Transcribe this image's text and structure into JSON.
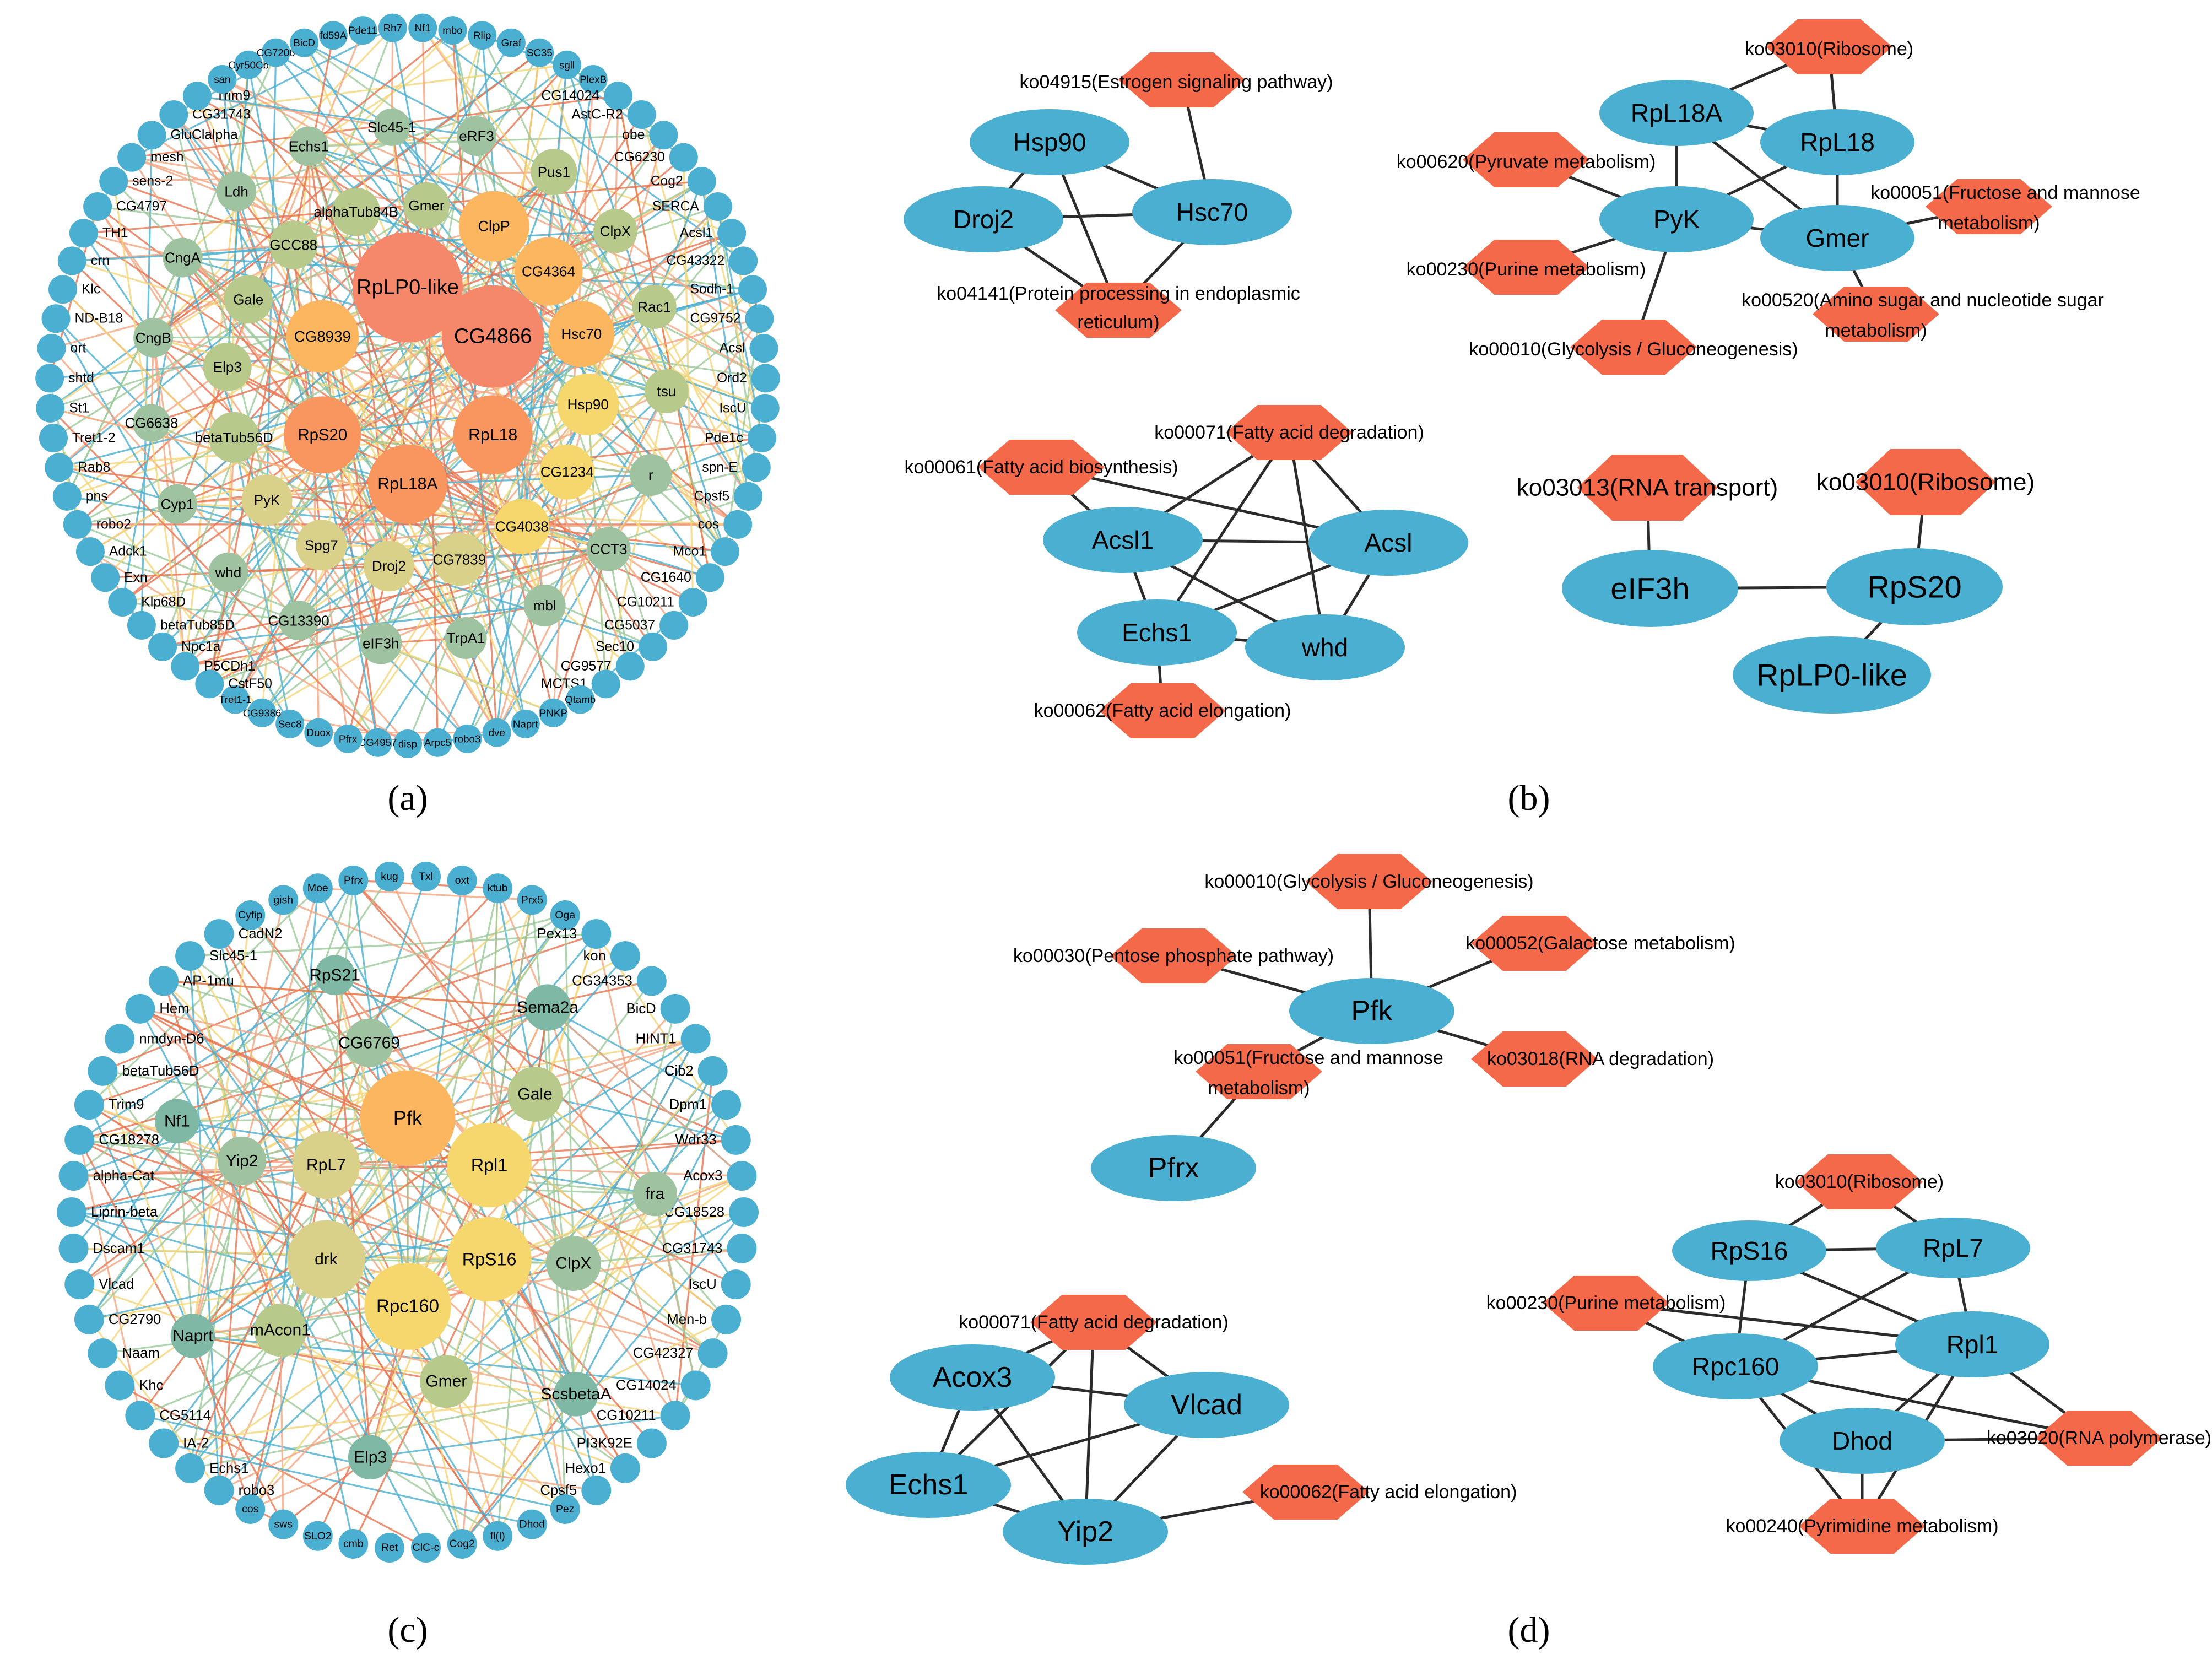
{
  "panels": [
    {
      "id": "a",
      "label": "(a)"
    },
    {
      "id": "b",
      "label": "(b)"
    },
    {
      "id": "c",
      "label": "(c)"
    },
    {
      "id": "d",
      "label": "(d)"
    }
  ],
  "colors": {
    "gene": "#4bafd1",
    "pathway": "#f4694a",
    "edge": "#2b2b2b",
    "netEdges": [
      "#4bafd1",
      "#f4a582",
      "#f5d67a",
      "#9ccb9a",
      "#e8734f"
    ],
    "nodeScale": [
      "#4bafd1",
      "#7fb9a6",
      "#9fc3a0",
      "#b8c98c",
      "#d9d08a",
      "#f5d76e",
      "#fbb65f",
      "#f9955e",
      "#f5876a"
    ]
  },
  "network_a": {
    "inner": [
      {
        "name": "RpLP0-like",
        "level": 8,
        "r": 1.0
      },
      {
        "name": "CG4866",
        "level": 8,
        "r": 0.93
      },
      {
        "name": "RpL18",
        "level": 7,
        "r": 0.72
      },
      {
        "name": "RpL18A",
        "level": 7,
        "r": 0.72
      },
      {
        "name": "RpS20",
        "level": 7,
        "r": 0.7
      },
      {
        "name": "CG8939",
        "level": 6,
        "r": 0.66
      },
      {
        "name": "ClpP",
        "level": 6,
        "r": 0.64
      },
      {
        "name": "CG4364",
        "level": 6,
        "r": 0.62
      },
      {
        "name": "Hsc70",
        "level": 6,
        "r": 0.6
      },
      {
        "name": "Hsp90",
        "level": 5,
        "r": 0.56
      },
      {
        "name": "CG1234",
        "level": 5,
        "r": 0.5
      },
      {
        "name": "CG4038",
        "level": 5,
        "r": 0.5
      },
      {
        "name": "CG7839",
        "level": 4,
        "r": 0.48
      },
      {
        "name": "Droj2",
        "level": 4,
        "r": 0.46
      },
      {
        "name": "Spg7",
        "level": 4,
        "r": 0.46
      },
      {
        "name": "PyK",
        "level": 4,
        "r": 0.46
      },
      {
        "name": "betaTub56D",
        "level": 3,
        "r": 0.46
      },
      {
        "name": "Elp3",
        "level": 3,
        "r": 0.44
      },
      {
        "name": "Gale",
        "level": 3,
        "r": 0.44
      },
      {
        "name": "GCC88",
        "level": 3,
        "r": 0.44
      },
      {
        "name": "alphaTub84B",
        "level": 3,
        "r": 0.44
      },
      {
        "name": "Gmer",
        "level": 3,
        "r": 0.42
      },
      {
        "name": "Pus1",
        "level": 3,
        "r": 0.42
      },
      {
        "name": "ClpX",
        "level": 3,
        "r": 0.4
      },
      {
        "name": "Rac1",
        "level": 3,
        "r": 0.4
      },
      {
        "name": "tsu",
        "level": 3,
        "r": 0.4
      },
      {
        "name": "r",
        "level": 2,
        "r": 0.38
      },
      {
        "name": "CCT3",
        "level": 2,
        "r": 0.4
      },
      {
        "name": "mbl",
        "level": 2,
        "r": 0.38
      },
      {
        "name": "TrpA1",
        "level": 2,
        "r": 0.38
      },
      {
        "name": "eIF3h",
        "level": 2,
        "r": 0.38
      },
      {
        "name": "CG13390",
        "level": 2,
        "r": 0.36
      },
      {
        "name": "whd",
        "level": 2,
        "r": 0.36
      },
      {
        "name": "Cyp1",
        "level": 2,
        "r": 0.36
      },
      {
        "name": "CG6638",
        "level": 2,
        "r": 0.34
      },
      {
        "name": "CngB",
        "level": 2,
        "r": 0.36
      },
      {
        "name": "CngA",
        "level": 2,
        "r": 0.36
      },
      {
        "name": "Ldh",
        "level": 2,
        "r": 0.36
      },
      {
        "name": "Echs1",
        "level": 2,
        "r": 0.36
      },
      {
        "name": "Slc45-1",
        "level": 2,
        "r": 0.34
      },
      {
        "name": "eRF3",
        "level": 2,
        "r": 0.36
      }
    ],
    "outer": [
      "Nf1",
      "mbo",
      "Rlip",
      "Graf",
      "SC35",
      "sgll",
      "PlexB",
      "CG14024",
      "AstC-R2",
      "obe",
      "CG6230",
      "Cog2",
      "SERCA",
      "Acsl1",
      "CG43322",
      "Sodh-1",
      "CG9752",
      "Acsl",
      "Ord2",
      "IscU",
      "Pde1c",
      "spn-E",
      "Cpsf5",
      "cos",
      "Mco1",
      "CG1640",
      "CG10211",
      "CG5037",
      "Sec10",
      "CG9577",
      "MCTS1",
      "Qtamb",
      "PNKP",
      "Naprt",
      "dve",
      "robo3",
      "Arpc5",
      "disp",
      "CG4957",
      "Pfrx",
      "Duox",
      "Sec8",
      "CG9386",
      "Tret1-1",
      "CstF50",
      "P5CDh1",
      "Npc1a",
      "betaTub85D",
      "Klp68D",
      "Exn",
      "Adck1",
      "robo2",
      "pns",
      "Rab8",
      "Tret1-2",
      "St1",
      "shtd",
      "ort",
      "ND-B18",
      "Klc",
      "crn",
      "TH1",
      "CG4797",
      "sens-2",
      "mesh",
      "GluClalpha",
      "CG31743",
      "Trim9",
      "san",
      "Cyr50Cb",
      "CG7206",
      "BicD",
      "fd59A",
      "Pde11",
      "Rh7"
    ]
  },
  "network_c": {
    "inner": [
      {
        "name": "Pfk",
        "level": 6,
        "r": 0.9
      },
      {
        "name": "Rpl1",
        "level": 5,
        "r": 0.8
      },
      {
        "name": "RpS16",
        "level": 5,
        "r": 0.8
      },
      {
        "name": "Rpc160",
        "level": 5,
        "r": 0.82
      },
      {
        "name": "drk",
        "level": 4,
        "r": 0.74
      },
      {
        "name": "RpL7",
        "level": 4,
        "r": 0.64
      },
      {
        "name": "Gale",
        "level": 3,
        "r": 0.52
      },
      {
        "name": "ClpX",
        "level": 2,
        "r": 0.52
      },
      {
        "name": "Gmer",
        "level": 3,
        "r": 0.5
      },
      {
        "name": "mAcon1",
        "level": 3,
        "r": 0.5
      },
      {
        "name": "Yip2",
        "level": 2,
        "r": 0.46
      },
      {
        "name": "CG6769",
        "level": 2,
        "r": 0.46
      },
      {
        "name": "Sema2a",
        "level": 1,
        "r": 0.44
      },
      {
        "name": "fra",
        "level": 2,
        "r": 0.42
      },
      {
        "name": "ScsbetaA",
        "level": 1,
        "r": 0.42
      },
      {
        "name": "Elp3",
        "level": 1,
        "r": 0.42
      },
      {
        "name": "Naprt",
        "level": 1,
        "r": 0.42
      },
      {
        "name": "Nf1",
        "level": 1,
        "r": 0.42
      },
      {
        "name": "RpS21",
        "level": 1,
        "r": 0.38
      }
    ],
    "outer": [
      "Txl",
      "oxt",
      "ktub",
      "Prx5",
      "Oga",
      "Pex13",
      "kon",
      "CG34353",
      "BicD",
      "HINT1",
      "Cib2",
      "Dpm1",
      "Wdr33",
      "Acox3",
      "CG18528",
      "CG31743",
      "IscU",
      "Men-b",
      "CG42327",
      "CG14024",
      "CG10211",
      "PI3K92E",
      "Hexo1",
      "Cpsf5",
      "Pez",
      "Dhod",
      "fl(l)",
      "Cog2",
      "ClC-c",
      "Ret",
      "cmb",
      "SLO2",
      "sws",
      "cos",
      "robo3",
      "Echs1",
      "IA-2",
      "CG5114",
      "Khc",
      "Naam",
      "CG2790",
      "Vlcad",
      "Dscam1",
      "Liprin-beta",
      "alpha-Cat",
      "CG18278",
      "Trim9",
      "betaTub56D",
      "nmdyn-D6",
      "Hem",
      "AP-1mu",
      "Slc45-1",
      "CadN2",
      "Cyfip",
      "gish",
      "Moe",
      "Pfrx",
      "kug"
    ]
  },
  "subnet_b": [
    {
      "nodes": [
        {
          "id": "Hsp90",
          "text": "Hsp90",
          "type": "gene"
        },
        {
          "id": "Droj2",
          "text": "Droj2",
          "type": "gene"
        },
        {
          "id": "Hsc70",
          "text": "Hsc70",
          "type": "gene"
        },
        {
          "id": "p1",
          "text": "",
          "type": "pathway",
          "label": "ko04915(Estrogen signaling pathway)"
        },
        {
          "id": "p2",
          "text": "reticulum)",
          "type": "pathway",
          "label": "ko04141(Protein processing in endoplasmic"
        }
      ],
      "edges": [
        [
          "Hsp90",
          "Droj2"
        ],
        [
          "Hsp90",
          "Hsc70"
        ],
        [
          "Droj2",
          "Hsc70"
        ],
        [
          "Hsc70",
          "p1"
        ],
        [
          "Hsp90",
          "p2"
        ],
        [
          "Droj2",
          "p2"
        ],
        [
          "Hsc70",
          "p2"
        ]
      ]
    },
    {
      "nodes": [
        {
          "id": "RpL18A",
          "text": "RpL18A",
          "type": "gene"
        },
        {
          "id": "RpL18",
          "text": "RpL18",
          "type": "gene"
        },
        {
          "id": "PyK",
          "text": "PyK",
          "type": "gene"
        },
        {
          "id": "Gmer",
          "text": "Gmer",
          "type": "gene"
        },
        {
          "id": "q1",
          "text": "",
          "type": "pathway",
          "label": "ko03010(Ribosome)"
        },
        {
          "id": "q2",
          "text": "",
          "type": "pathway",
          "label": "ko00620(Pyruvate metabolism)"
        },
        {
          "id": "q3",
          "text": "metabolism)",
          "type": "pathway",
          "label": "ko00051(Fructose and mannose"
        },
        {
          "id": "q4",
          "text": "",
          "type": "pathway",
          "label": "ko00230(Purine metabolism)"
        },
        {
          "id": "q5",
          "text": "metabolism)",
          "type": "pathway",
          "label": "ko00520(Amino sugar and nucleotide sugar"
        },
        {
          "id": "q6",
          "text": "",
          "type": "pathway",
          "label": "ko00010(Glycolysis / Gluconeogenesis)"
        }
      ],
      "edges": [
        [
          "RpL18A",
          "RpL18"
        ],
        [
          "RpL18A",
          "PyK"
        ],
        [
          "RpL18A",
          "Gmer"
        ],
        [
          "RpL18",
          "PyK"
        ],
        [
          "RpL18",
          "Gmer"
        ],
        [
          "PyK",
          "Gmer"
        ],
        [
          "q1",
          "RpL18A"
        ],
        [
          "q1",
          "RpL18"
        ],
        [
          "q2",
          "PyK"
        ],
        [
          "q4",
          "PyK"
        ],
        [
          "q6",
          "PyK"
        ],
        [
          "q3",
          "Gmer"
        ],
        [
          "q5",
          "Gmer"
        ]
      ]
    },
    {
      "nodes": [
        {
          "id": "Acsl1",
          "text": "Acsl1",
          "type": "gene"
        },
        {
          "id": "Acsl",
          "text": "Acsl",
          "type": "gene"
        },
        {
          "id": "Echs1",
          "text": "Echs1",
          "type": "gene"
        },
        {
          "id": "whd",
          "text": "whd",
          "type": "gene"
        },
        {
          "id": "r1",
          "text": "",
          "type": "pathway",
          "label": "ko00071(Fatty acid degradation)"
        },
        {
          "id": "r2",
          "text": "",
          "type": "pathway",
          "label": "ko00061(Fatty acid biosynthesis)"
        },
        {
          "id": "r3",
          "text": "",
          "type": "pathway",
          "label": "ko00062(Fatty acid elongation)"
        }
      ],
      "edges": [
        [
          "Acsl1",
          "Acsl"
        ],
        [
          "Acsl1",
          "Echs1"
        ],
        [
          "Acsl1",
          "whd"
        ],
        [
          "Acsl",
          "Echs1"
        ],
        [
          "Acsl",
          "whd"
        ],
        [
          "Echs1",
          "whd"
        ],
        [
          "r1",
          "Acsl1"
        ],
        [
          "r1",
          "Acsl"
        ],
        [
          "r1",
          "Echs1"
        ],
        [
          "r1",
          "whd"
        ],
        [
          "r2",
          "Acsl1"
        ],
        [
          "r2",
          "Acsl"
        ],
        [
          "r3",
          "Echs1"
        ]
      ]
    },
    {
      "nodes": [
        {
          "id": "eIF3h",
          "text": "eIF3h",
          "type": "gene"
        },
        {
          "id": "RpS20",
          "text": "RpS20",
          "type": "gene"
        },
        {
          "id": "RpLP0",
          "text": "RpLP0-like",
          "type": "gene"
        },
        {
          "id": "s1",
          "text": "",
          "type": "pathway",
          "label": "ko03013(RNA transport)"
        },
        {
          "id": "s2",
          "text": "",
          "type": "pathway",
          "label": "ko03010(Ribosome)"
        }
      ],
      "edges": [
        [
          "eIF3h",
          "RpS20"
        ],
        [
          "RpS20",
          "RpLP0"
        ],
        [
          "s1",
          "eIF3h"
        ],
        [
          "s2",
          "RpS20"
        ]
      ]
    }
  ],
  "subnet_d": [
    {
      "nodes": [
        {
          "id": "Pfk",
          "text": "Pfk",
          "type": "gene"
        },
        {
          "id": "Pfrx",
          "text": "Pfrx",
          "type": "gene"
        },
        {
          "id": "t1",
          "text": "",
          "type": "pathway",
          "label": "ko00010(Glycolysis / Gluconeogenesis)"
        },
        {
          "id": "t2",
          "text": "",
          "type": "pathway",
          "label": "ko00030(Pentose phosphate pathway)"
        },
        {
          "id": "t3",
          "text": "",
          "type": "pathway",
          "label": "ko00052(Galactose metabolism)"
        },
        {
          "id": "t4",
          "text": "metabolism)",
          "type": "pathway",
          "label": "ko00051(Fructose and mannose"
        },
        {
          "id": "t5",
          "text": "",
          "type": "pathway",
          "label": "ko03018(RNA degradation)"
        }
      ],
      "edges": [
        [
          "t1",
          "Pfk"
        ],
        [
          "t2",
          "Pfk"
        ],
        [
          "t3",
          "Pfk"
        ],
        [
          "t4",
          "Pfk"
        ],
        [
          "t5",
          "Pfk"
        ],
        [
          "t4",
          "Pfrx"
        ]
      ]
    },
    {
      "nodes": [
        {
          "id": "Acox3",
          "text": "Acox3",
          "type": "gene"
        },
        {
          "id": "Vlcad",
          "text": "Vlcad",
          "type": "gene"
        },
        {
          "id": "Echs1",
          "text": "Echs1",
          "type": "gene"
        },
        {
          "id": "Yip2",
          "text": "Yip2",
          "type": "gene"
        },
        {
          "id": "u1",
          "text": "",
          "type": "pathway",
          "label": "ko00071(Fatty acid degradation)"
        },
        {
          "id": "u2",
          "text": "",
          "type": "pathway",
          "label": "ko00062(Fatty acid elongation)"
        }
      ],
      "edges": [
        [
          "Acox3",
          "Vlcad"
        ],
        [
          "Acox3",
          "Echs1"
        ],
        [
          "Acox3",
          "Yip2"
        ],
        [
          "Vlcad",
          "Echs1"
        ],
        [
          "Vlcad",
          "Yip2"
        ],
        [
          "Echs1",
          "Yip2"
        ],
        [
          "u1",
          "Acox3"
        ],
        [
          "u1",
          "Vlcad"
        ],
        [
          "u1",
          "Echs1"
        ],
        [
          "u1",
          "Yip2"
        ],
        [
          "u2",
          "Yip2"
        ]
      ]
    },
    {
      "nodes": [
        {
          "id": "RpS16",
          "text": "RpS16",
          "type": "gene"
        },
        {
          "id": "RpL7",
          "text": "RpL7",
          "type": "gene"
        },
        {
          "id": "Rpc160",
          "text": "Rpc160",
          "type": "gene"
        },
        {
          "id": "Rpl1",
          "text": "Rpl1",
          "type": "gene"
        },
        {
          "id": "Dhod",
          "text": "Dhod",
          "type": "gene"
        },
        {
          "id": "v1",
          "text": "",
          "type": "pathway",
          "label": "ko03010(Ribosome)"
        },
        {
          "id": "v2",
          "text": "",
          "type": "pathway",
          "label": "ko00230(Purine metabolism)"
        },
        {
          "id": "v3",
          "text": "",
          "type": "pathway",
          "label": "ko03020(RNA polymerase)"
        },
        {
          "id": "v4",
          "text": "",
          "type": "pathway",
          "label": "ko00240(Pyrimidine metabolism)"
        }
      ],
      "edges": [
        [
          "RpS16",
          "RpL7"
        ],
        [
          "RpS16",
          "Rpc160"
        ],
        [
          "RpS16",
          "Rpl1"
        ],
        [
          "RpL7",
          "Rpc160"
        ],
        [
          "RpL7",
          "Rpl1"
        ],
        [
          "Rpc160",
          "Rpl1"
        ],
        [
          "Rpc160",
          "Dhod"
        ],
        [
          "Rpl1",
          "Dhod"
        ],
        [
          "v1",
          "RpS16"
        ],
        [
          "v1",
          "RpL7"
        ],
        [
          "v2",
          "Rpc160"
        ],
        [
          "v2",
          "Rpl1"
        ],
        [
          "v3",
          "Rpc160"
        ],
        [
          "v3",
          "Rpl1"
        ],
        [
          "v3",
          "Dhod"
        ],
        [
          "v4",
          "Rpc160"
        ],
        [
          "v4",
          "Rpl1"
        ],
        [
          "v4",
          "Dhod"
        ]
      ]
    }
  ]
}
